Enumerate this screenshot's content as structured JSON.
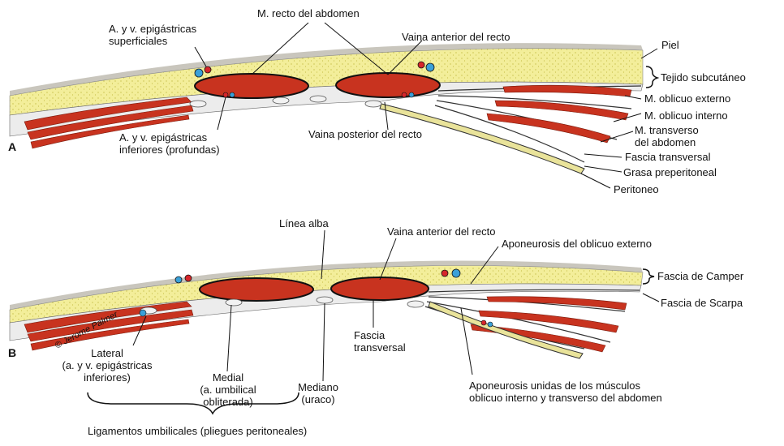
{
  "colors": {
    "skin": "#c9c6bd",
    "fat": "#f3ee9a",
    "fat_dots": "#c7bf4a",
    "muscle": "#c8331f",
    "muscle_stripe": "#8f1d10",
    "fascia": "#ececec",
    "aponeurosis_dark": "#3b3b3b",
    "vessel_artery": "#d7262b",
    "vessel_vein": "#3aa0d8",
    "line": "#111111"
  },
  "panel_a": {
    "letter": "A",
    "labels": {
      "superficial_vessels": "A. y v. epigástricas\nsuperficiales",
      "rectus": "M. recto del abdomen",
      "anterior_sheath": "Vaina anterior del recto",
      "skin": "Piel",
      "subcutaneous": "Tejido subcutáneo",
      "external_oblique": "M. oblicuo externo",
      "internal_oblique": "M. oblicuo interno",
      "transversus": "M. transverso\ndel abdomen",
      "transversalis_fascia": "Fascia transversal",
      "preperitoneal_fat": "Grasa preperitoneal",
      "peritoneum": "Peritoneo",
      "posterior_sheath": "Vaina posterior del recto",
      "inferior_vessels": "A. y v. epigástricas\ninferiores (profundas)"
    }
  },
  "panel_b": {
    "letter": "B",
    "labels": {
      "linea_alba": "Línea alba",
      "anterior_sheath": "Vaina anterior del recto",
      "external_aponeurosis": "Aponeurosis del oblicuo externo",
      "camper": "Fascia de Camper",
      "scarpa": "Fascia de Scarpa",
      "transversalis_fascia": "Fascia\ntransversal",
      "lateral": "Lateral\n(a. y v. epigástricas\ninferiores)",
      "medial": "Medial\n(a. umbilical\nobliterada)",
      "median": "Mediano\n(uraco)",
      "joined_aponeuroses": "Aponeurosis unidas de los músculos\noblicuo interno y transverso del abdomen",
      "umbilical_ligaments": "Ligamentos umbilicales (pliegues peritoneales)"
    },
    "signature": "© Jerome Palmer"
  }
}
